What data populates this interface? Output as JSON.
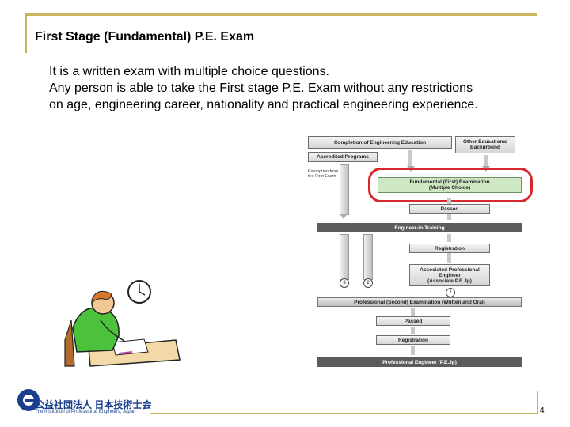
{
  "slide": {
    "title": "First Stage (Fundamental) P.E. Exam",
    "body": [
      "It is a written exam with multiple choice questions.",
      "Any person is able to take the First stage P.E. Exam without any restrictions",
      "on age, engineering career, nationality and practical engineering experience."
    ],
    "page_number": "4"
  },
  "diagram": {
    "completion": "Completion of Engineering Education",
    "other_background": "Other Educational Background",
    "accredited": "Accredited Programs",
    "exemption": "Exemption from the First Exam",
    "fundamental": "Fundamental (First) Examination",
    "fundamental_sub": "(Multiple Choice)",
    "passed1": "Passed",
    "eit": "Engineer-in-Training",
    "registration1": "Registration",
    "associate": "Associated Professional Engineer",
    "associate_sub": "(Associate P.E.Jp)",
    "circle1": "1",
    "circle2": "2",
    "circle3": "3",
    "second_exam": "Professional (Second) Examination (Written and Oral)",
    "passed2": "Passed",
    "registration2": "Registration",
    "pe": "Professional Engineer (P.E.Jp)"
  },
  "footer": {
    "logo_main": "公益社団法人 日本技術士会",
    "logo_sub": "The Institution of Professional Engineers, Japan"
  },
  "colors": {
    "accent": "#c8b560",
    "highlight": "#d9272e",
    "logo": "#1a3e8c"
  }
}
